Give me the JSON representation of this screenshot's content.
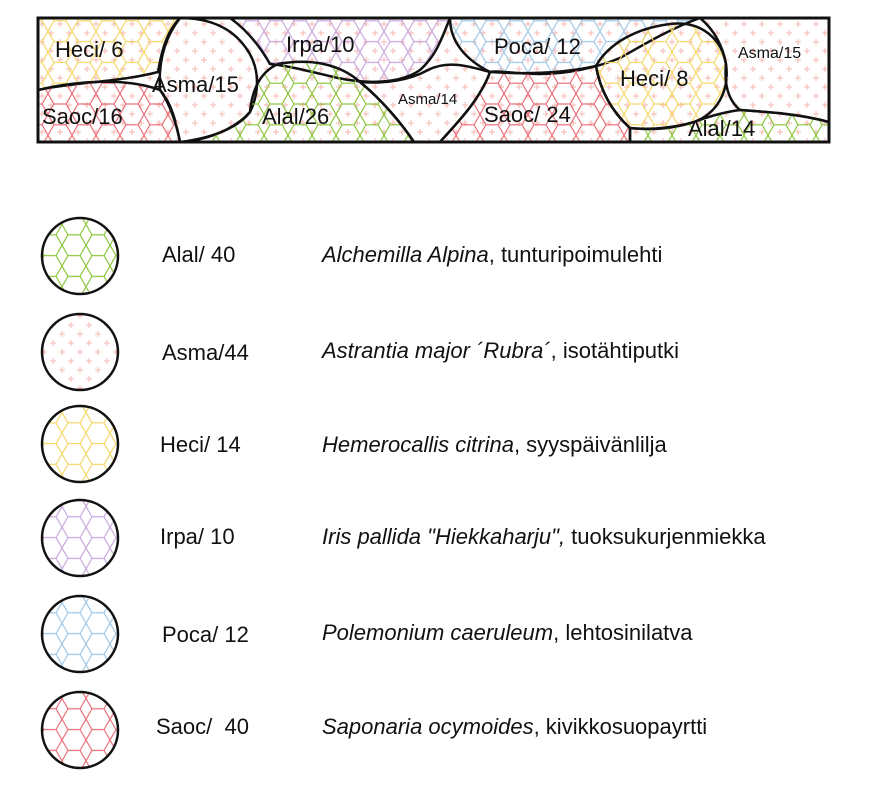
{
  "colors": {
    "outline": "#111111",
    "Alal": "#8cc63f",
    "Asma": "#f7b7b0",
    "Heci": "#f5d66a",
    "Irpa": "#c9a7dd",
    "Poca": "#9fc7e6",
    "Saoc": "#e8707a"
  },
  "plan": {
    "labels": [
      {
        "id": "heci6",
        "code": "Heci",
        "text": "Heci/ 6"
      },
      {
        "id": "asma15a",
        "code": "Asma",
        "text": "Asma/15"
      },
      {
        "id": "saoc16",
        "code": "Saoc",
        "text": "Saoc/16"
      },
      {
        "id": "irpa10",
        "code": "Irpa",
        "text": "Irpa/10"
      },
      {
        "id": "alal26",
        "code": "Alal",
        "text": "Alal/26"
      },
      {
        "id": "asma14",
        "code": "Asma",
        "text": "Asma/14"
      },
      {
        "id": "poca12",
        "code": "Poca",
        "text": "Poca/ 12"
      },
      {
        "id": "saoc24",
        "code": "Saoc",
        "text": "Saoc/ 24"
      },
      {
        "id": "heci8",
        "code": "Heci",
        "text": "Heci/ 8"
      },
      {
        "id": "asma15b",
        "code": "Asma",
        "text": "Asma/15"
      },
      {
        "id": "alal14",
        "code": "Alal",
        "text": "Alal/14"
      }
    ]
  },
  "legend": [
    {
      "code": "Alal",
      "count_label": "Alal/ 40",
      "latin": "Alchemilla Alpina",
      "common": ", tunturipoimulehti"
    },
    {
      "code": "Asma",
      "count_label": "Asma/44",
      "latin": "Astrantia major ´Rubra´",
      "common": ", isotähtiputki"
    },
    {
      "code": "Heci",
      "count_label": "Heci/ 14",
      "latin": "Hemerocallis citrina",
      "common": ", syyspäivänlilja"
    },
    {
      "code": "Irpa",
      "count_label": "Irpa/ 10",
      "latin": "Iris pallida \"Hiekkaharju\",",
      "common": " tuoksukurjenmiekka"
    },
    {
      "code": "Poca",
      "count_label": "Poca/ 12",
      "latin": "Polemonium caeruleum",
      "common": ", lehtosinilatva"
    },
    {
      "code": "Saoc",
      "count_label": "Saoc/  40",
      "latin": "Saponaria ocymoides",
      "common": ", kivikkosuopayrtti"
    }
  ]
}
